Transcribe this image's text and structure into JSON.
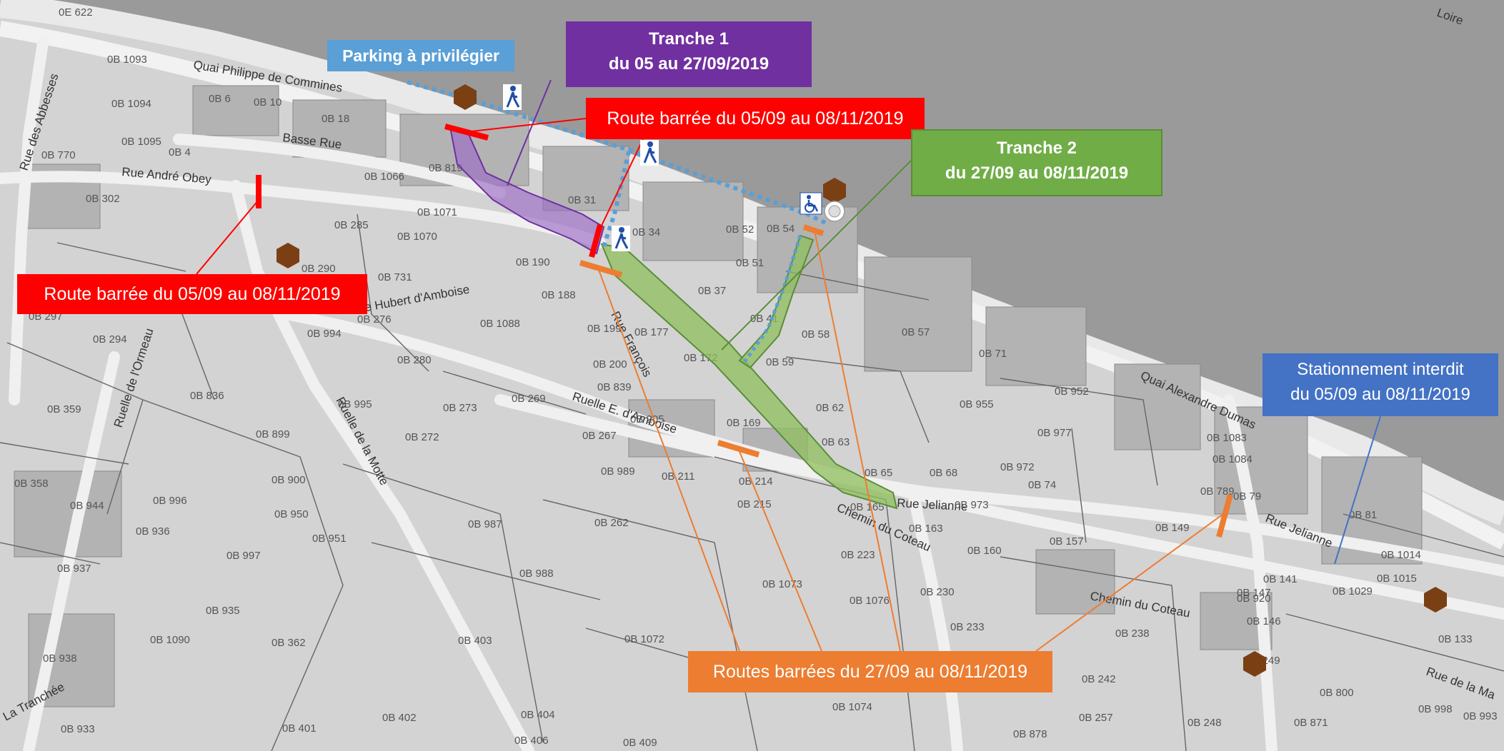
{
  "callouts": {
    "parking": "Parking à privilégier",
    "tranche1_title": "Tranche 1",
    "tranche1_dates": "du 05 au 27/09/2019",
    "route_top": "Route barrée du 05/09 au 08/11/2019",
    "tranche2_title": "Tranche 2",
    "tranche2_dates": "du 27/09 au 08/11/2019",
    "route_left": "Route barrée du 05/09 au 08/11/2019",
    "stationnement_line1": "Stationnement interdit",
    "stationnement_line2": "du 05/09 au 08/11/2019",
    "routes_orange": "Routes barrées du 27/09 au 08/11/2019"
  },
  "streets": {
    "quai_philippe": "Quai Philippe de Commines",
    "basse_rue": "Basse Rue",
    "rue_andre_obey": "Rue André Obey",
    "rue_des_abbesses": "Rue des Abbesses",
    "rue_hubert": "Rue Hubert d'Amboise",
    "ruelle_amboise": "Ruelle E. d'Amboise",
    "ruelle_de_la_motte": "Ruelle de la Motte",
    "rue_jeliannes": "Rue Jelianne",
    "chemin_du_coteau": "Chemin du Coteau",
    "chemin_du_coteau_2": "Chemin du Coteau",
    "quai_alexandre": "Quai Alexandre Dumas",
    "rue_jelianne_right": "Rue Jelianne",
    "rue_de_la_loire": "Rue de la Ma",
    "la_tranchee": "La Tranchée",
    "loire": "Loire",
    "ruelle_ornelle": "Ruelle de l'Ormeau",
    "rue_francois": "Rue François"
  },
  "parcels": [
    "0E 622",
    "0B 1093",
    "0B 6",
    "0B 10",
    "0B 1094",
    "0B 18",
    "0B 1095",
    "0B 770",
    "0B 4",
    "0B 1066",
    "0B 819",
    "0B 302",
    "0B 285",
    "0B 1071",
    "0B 1070",
    "0B 31",
    "0B 34",
    "0B 52",
    "0B 54",
    "0B 190",
    "0B 51",
    "0B 290",
    "0B 731",
    "0B 188",
    "0B 37",
    "0B 297",
    "0B 276",
    "0B 1088",
    "0B 199",
    "0B 41",
    "0B 58",
    "0B 57",
    "0B 294",
    "0B 994",
    "0B 280",
    "0B 177",
    "0B 172",
    "0B 59",
    "0B 71",
    "0B 200",
    "0B 836",
    "0B 839",
    "0B 269",
    "0B 273",
    "0B 955",
    "0B 952",
    "0B 359",
    "0B 995",
    "0B 205",
    "0B 62",
    "0B 272",
    "0B 267",
    "0B 169",
    "0B 977",
    "0B 899",
    "0B 63",
    "0B 972",
    "0B 358",
    "0B 989",
    "0B 211",
    "0B 214",
    "0B 65",
    "0B 68",
    "0B 74",
    "0B 900",
    "0B 1083",
    "0B 1084",
    "0B 944",
    "0B 996",
    "0B 215",
    "0B 165",
    "0B 973",
    "0B 789",
    "0B 79",
    "0B 950",
    "0B 987",
    "0B 262",
    "0B 163",
    "0B 149",
    "0B 81",
    "0B 936",
    "0B 951",
    "0B 223",
    "0B 160",
    "0B 157",
    "0B 1014",
    "0B 937",
    "0B 997",
    "0B 988",
    "0B 1073",
    "0B 1076",
    "0B 230",
    "0B 147",
    "0B 141",
    "0B 1029",
    "0B 1015",
    "0B 935",
    "0B 920",
    "0B 1090",
    "0B 362",
    "0B 403",
    "0B 1072",
    "0B 233",
    "0B 146",
    "0B 238",
    "0B 133",
    "0B 938",
    "0B 242",
    "0B 249",
    "0B 800",
    "0B 998",
    "0B 402",
    "0B 404",
    "0B 1074",
    "0B 871",
    "0B 933",
    "0B 401",
    "0B 406",
    "0B 409",
    "0B 257",
    "0B 248",
    "0B 878",
    "0B 993"
  ],
  "colors": {
    "background": "#cfcfcf",
    "river": "#8c8c8c",
    "tranche1": "#7030a0",
    "tranche2": "#70ad47",
    "route_barree": "#ff0000",
    "routes_orange": "#ed7d31",
    "parking": "#5a9fd6",
    "stationnement": "#4472c4",
    "hexagon": "#7b3f14"
  },
  "icons": [
    "pedestrian-icon",
    "wheelchair-icon",
    "brown-hexagon-icon"
  ]
}
